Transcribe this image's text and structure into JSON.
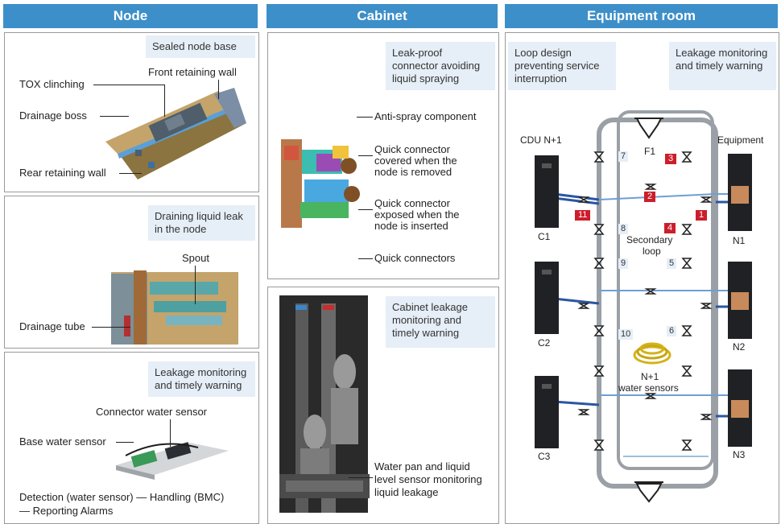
{
  "headers": {
    "node": "Node",
    "cabinet": "Cabinet",
    "room": "Equipment room"
  },
  "node_panel1": {
    "caption": "Sealed node base",
    "front_wall": "Front retaining wall",
    "tox": "TOX clinching",
    "boss": "Drainage boss",
    "rear_wall": "Rear retaining wall"
  },
  "node_panel2": {
    "caption": "Draining liquid leak in the node",
    "spout": "Spout",
    "tube": "Drainage tube"
  },
  "node_panel3": {
    "caption": "Leakage monitoring and timely warning",
    "connector_sensor": "Connector water sensor",
    "base_sensor": "Base water sensor",
    "flow_1": "Detection (water sensor) — Handling (BMC)",
    "flow_2": "— Reporting Alarms"
  },
  "cab_panel1": {
    "caption": "Leak-proof connector avoiding liquid spraying",
    "anti_spray": "Anti-spray component",
    "covered_1": "Quick connector",
    "covered_2": "covered when the",
    "covered_3": "node is removed",
    "exposed_1": "Quick connector",
    "exposed_2": "exposed when the",
    "exposed_3": "node is inserted",
    "quick": "Quick connectors"
  },
  "cab_panel2": {
    "caption": "Cabinet leakage monitoring and timely warning",
    "pan_1": "Water pan and liquid",
    "pan_2": "level sensor monitoring",
    "pan_3": "liquid leakage"
  },
  "room": {
    "caption_left": "Loop design preventing service interruption",
    "caption_right": "Leakage monitoring and timely warning",
    "cdu": "CDU N+1",
    "equipment": "Equipment",
    "filter": "F1",
    "secondary_1": "Secondary",
    "secondary_2": "loop",
    "sensors_1": "N+1",
    "sensors_2": "water sensors",
    "cdus": [
      "C1",
      "C2",
      "C3"
    ],
    "nodes": [
      "N1",
      "N2",
      "N3"
    ],
    "valve_numbers": [
      "7",
      "8",
      "9",
      "10",
      "5",
      "6"
    ],
    "alarm_numbers": [
      "3",
      "2",
      "11",
      "4",
      "1"
    ]
  }
}
